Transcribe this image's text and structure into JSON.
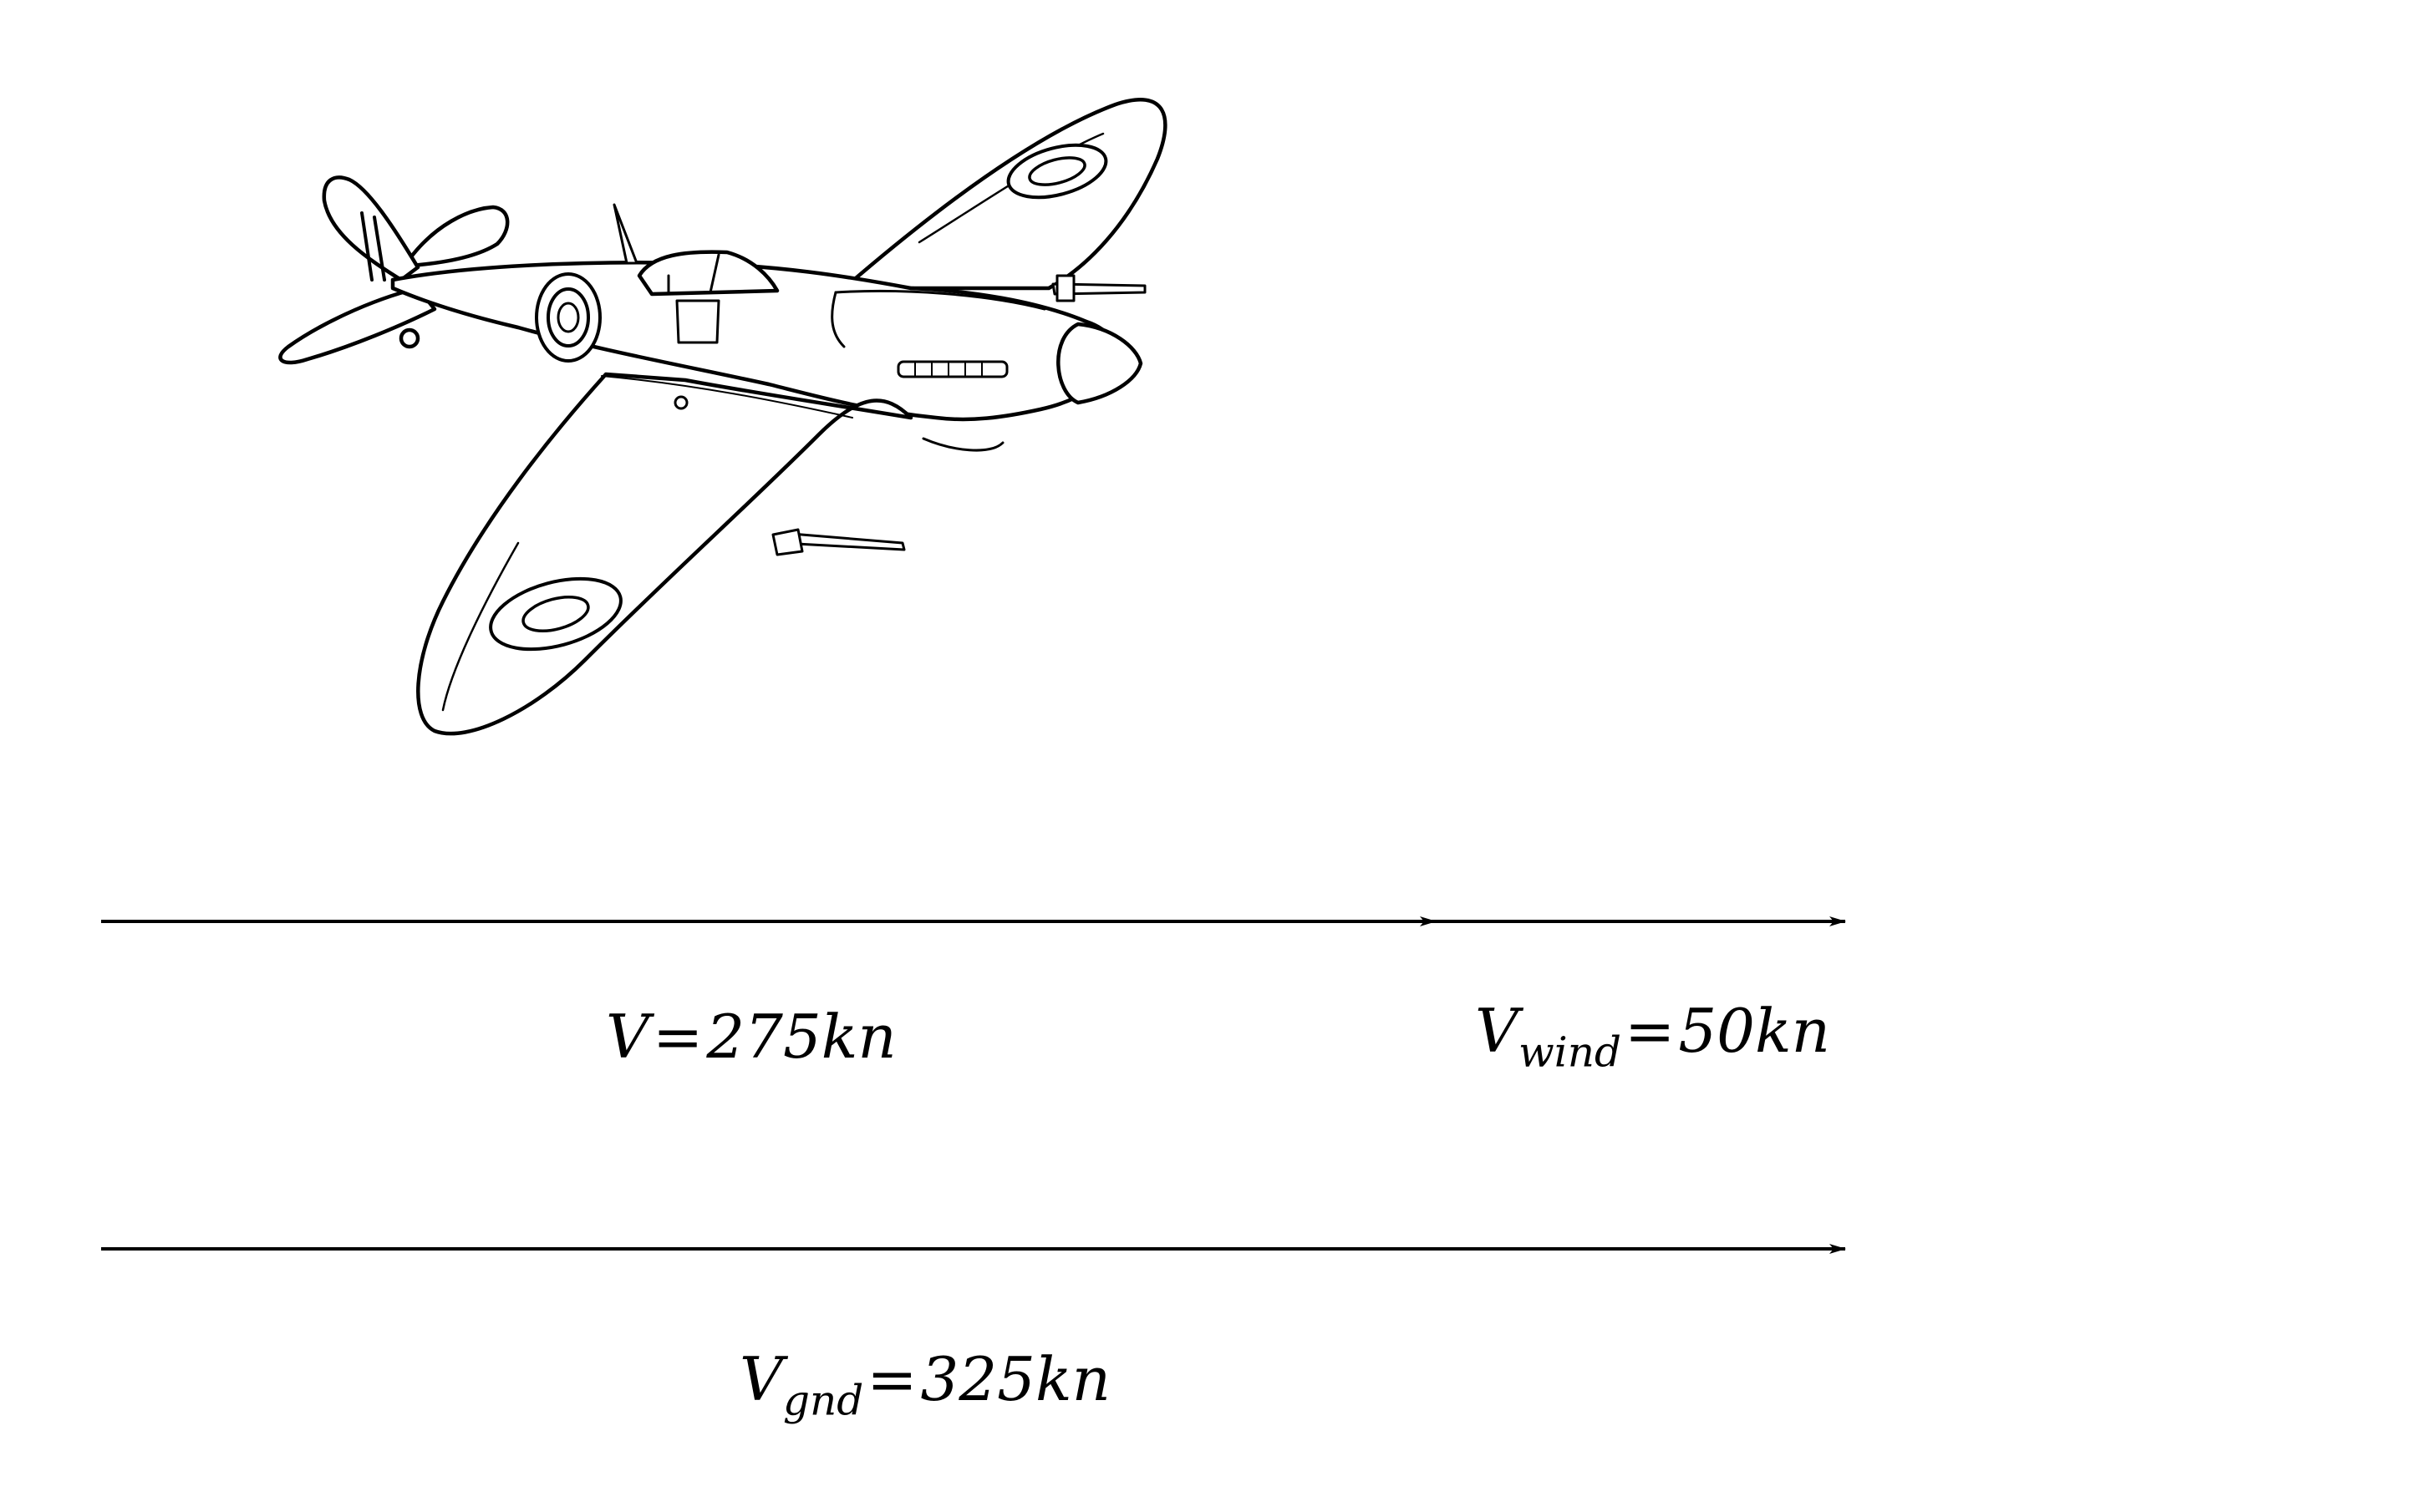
{
  "colors": {
    "ink": "#000000",
    "background": "#ffffff",
    "plane_fill": "#ffffff"
  },
  "icons": {
    "aircraft": "spitfire-airplane-icon",
    "arrowhead": "arrowhead-icon"
  },
  "labels": {
    "airspeed": {
      "symbol": "V",
      "subscript": "",
      "equals": "=",
      "value": "275kn"
    },
    "wind": {
      "symbol": "V",
      "subscript": "wind",
      "equals": "=",
      "value": "50kn"
    },
    "ground": {
      "symbol": "V",
      "subscript": "gnd",
      "equals": "=",
      "value": "325kn"
    }
  }
}
